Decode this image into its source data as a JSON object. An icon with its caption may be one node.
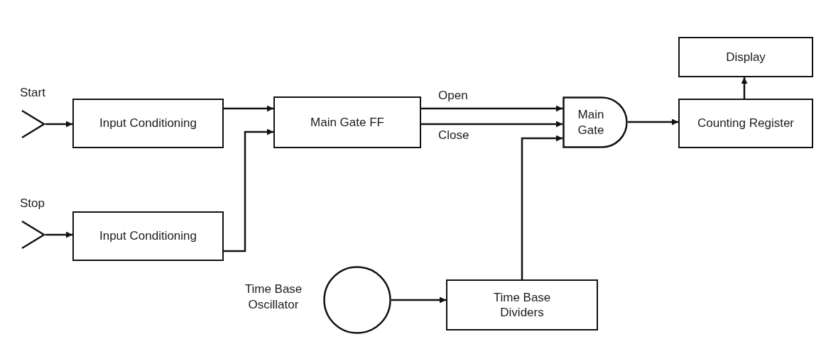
{
  "diagram": {
    "nodes": [
      {
        "text": [
          "Start"
        ]
      },
      {
        "text": [
          "Input Conditioning"
        ]
      },
      {
        "text": [
          "Stop"
        ]
      },
      {
        "text": [
          "Input Conditioning"
        ]
      },
      {
        "text": [
          "Main Gate FF"
        ]
      },
      {
        "text": [
          "Main Gate"
        ]
      },
      {
        "text": [
          "Counting Register"
        ]
      },
      {
        "text": [
          "Display"
        ]
      },
      {
        "text": [],
        "shape": "circle",
        "beside": [
          "Time Base Oscillator"
        ]
      },
      {
        "text": [
          "Time Base Dividers"
        ]
      }
    ],
    "edges": [
      {
        "from": 0,
        "to": 1,
        "arrow": "to"
      },
      {
        "from": 2,
        "to": 3,
        "arrow": "to"
      },
      {
        "from": 1,
        "to": 4,
        "arrow": "to"
      },
      {
        "from": 3,
        "to": 4,
        "arrow": "to"
      },
      {
        "from": 4,
        "to": 5,
        "arrow": "to",
        "label": "Open"
      },
      {
        "from": 4,
        "to": 5,
        "arrow": "to",
        "label": "Close"
      },
      {
        "from": 9,
        "to": 5,
        "arrow": "to"
      },
      {
        "from": 5,
        "to": 6,
        "arrow": "to"
      },
      {
        "from": 6,
        "to": 7,
        "arrow": "to"
      },
      {
        "from": 8,
        "to": 9,
        "arrow": "to"
      }
    ]
  }
}
